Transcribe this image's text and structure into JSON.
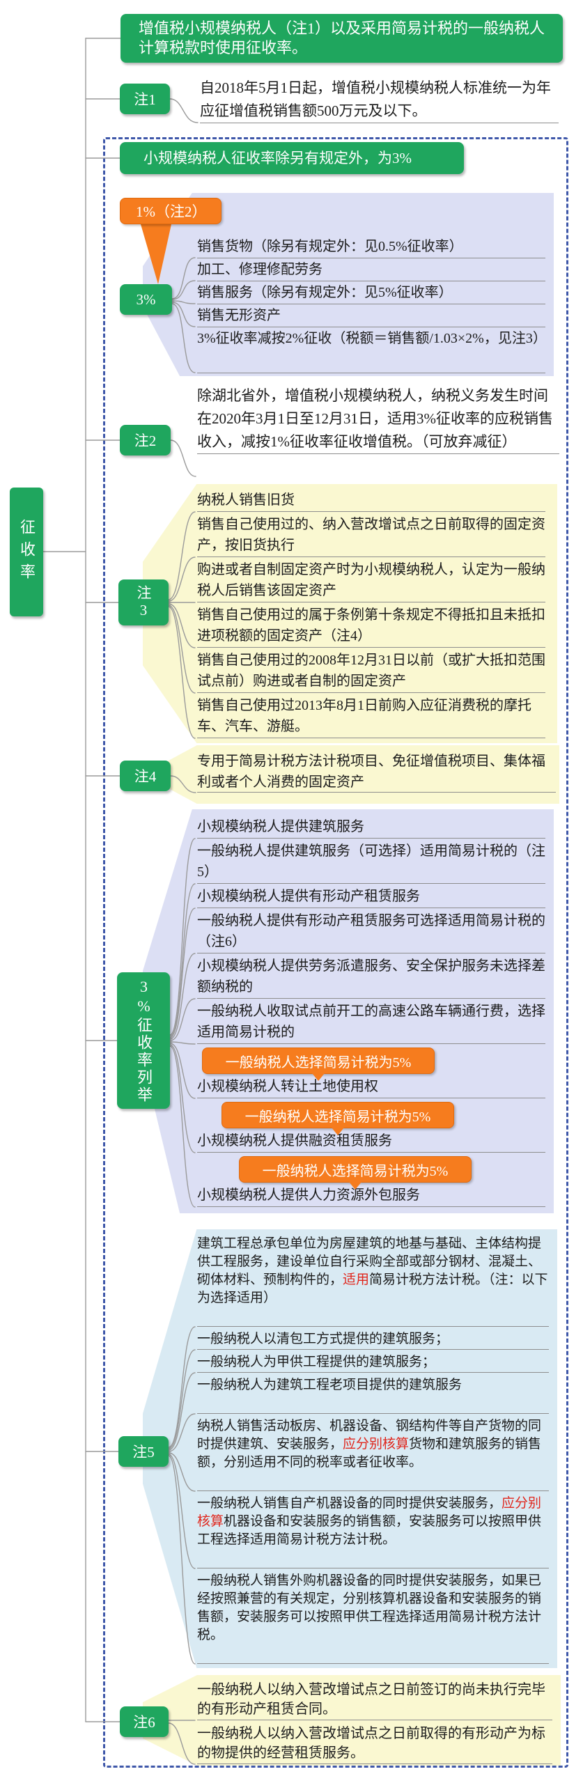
{
  "colors": {
    "node_green": "#1fa65e",
    "callout_orange": "#f67c1e",
    "panel_lavender": "#dcdff4",
    "panel_yellow": "#faf8d1",
    "panel_lightblue": "#d9eaf3",
    "dashed_border_blue": "#3e57a9",
    "emphasis_red": "#e0261c"
  },
  "root": {
    "label": "征收率"
  },
  "top_note": {
    "text": "增值税小规模纳税人（注1）以及采用简易计税的一般纳税人计算税款时使用征收率。"
  },
  "note1": {
    "label": "注1",
    "text": "自2018年5月1日起，增值税小规模纳税人标准统一为年应征增值税销售额500万元及以下。"
  },
  "group3": {
    "header": "小规模纳税人征收率除另有规定外，为3%",
    "rate1_callout": "1%（注2）",
    "rate3_label": "3%",
    "rate3_items": [
      "销售货物（除另有规定外：见0.5%征收率）",
      "加工、修理修配劳务",
      "销售服务（除另有规定外：见5%征收率）",
      "销售无形资产",
      "3%征收率减按2%征收（税额＝销售额/1.03×2%，见注3）"
    ]
  },
  "note2": {
    "label": "注2",
    "text": "除湖北省外，增值税小规模纳税人，纳税义务发生时间在2020年3月1日至12月31日，适用3%征收率的应税销售收入，减按1%征收率征收增值税。（可放弃减征）"
  },
  "note3": {
    "label": "注3",
    "items": [
      "纳税人销售旧货",
      "销售自己使用过的、纳入营改增试点之日前取得的固定资产，按旧货执行",
      "购进或者自制固定资产时为小规模纳税人，认定为一般纳税人后销售该固定资产",
      "销售自己使用过的属于条例第十条规定不得抵扣且未抵扣进项税额的固定资产（注4）",
      "销售自己使用过的2008年12月31日以前（或扩大抵扣范围试点前）购进或者自制的固定资产",
      "销售自己使用过2013年8月1日前购入应征消费税的摩托车、汽车、游艇。"
    ]
  },
  "note4": {
    "label": "注4",
    "text": "专用于简易计税方法计税项目、免征增值税项目、集体福利或者个人消费的固定资产"
  },
  "rate3_list": {
    "label": "3%征收率列举",
    "callout": "一般纳税人选择简易计税为5%",
    "items": [
      "小规模纳税人提供建筑服务",
      "一般纳税人提供建筑服务（可选择）适用简易计税的（注5）",
      "小规模纳税人提供有形动产租赁服务",
      "一般纳税人提供有形动产租赁服务可选择适用简易计税的（注6）",
      "小规模纳税人提供劳务派遣服务、安全保护服务未选择差额纳税的",
      "一般纳税人收取试点前开工的高速公路车辆通行费，选择适用简易计税的",
      "小规模纳税人转让土地使用权",
      "小规模纳税人提供融资租赁服务",
      "小规模纳税人提供人力资源外包服务"
    ]
  },
  "note5": {
    "label": "注5",
    "item1": {
      "pre": "建筑工程总承包单位为房屋建筑的地基与基础、主体结构提供工程服务，建设单位自行采购全部或部分钢材、混凝土、砌体材料、预制构件的，",
      "red": "适用",
      "post": "简易计税方法计税。（注：以下为选择适用）"
    },
    "item2": "一般纳税人以清包工方式提供的建筑服务；",
    "item3": "一般纳税人为甲供工程提供的建筑服务；",
    "item4": "一般纳税人为建筑工程老项目提供的建筑服务",
    "item5": {
      "pre": "纳税人销售活动板房、机器设备、钢结构件等自产货物的同时提供建筑、安装服务，",
      "red": "应分别核算",
      "post": "货物和建筑服务的销售额，分别适用不同的税率或者征收率。"
    },
    "item6": {
      "pre": "一般纳税人销售自产机器设备的同时提供安装服务，",
      "red": "应分别核算",
      "post": "机器设备和安装服务的销售额，安装服务可以按照甲供工程选择适用简易计税方法计税。"
    },
    "item7": "一般纳税人销售外购机器设备的同时提供安装服务，如果已经按照兼营的有关规定，分别核算机器设备和安装服务的销售额，安装服务可以按照甲供工程选择适用简易计税方法计税。"
  },
  "note6": {
    "label": "注6",
    "items": [
      "一般纳税人以纳入营改增试点之日前签订的尚未执行完毕的有形动产租赁合同。",
      "一般纳税人以纳入营改增试点之日前取得的有形动产为标的物提供的经营租赁服务。"
    ]
  }
}
